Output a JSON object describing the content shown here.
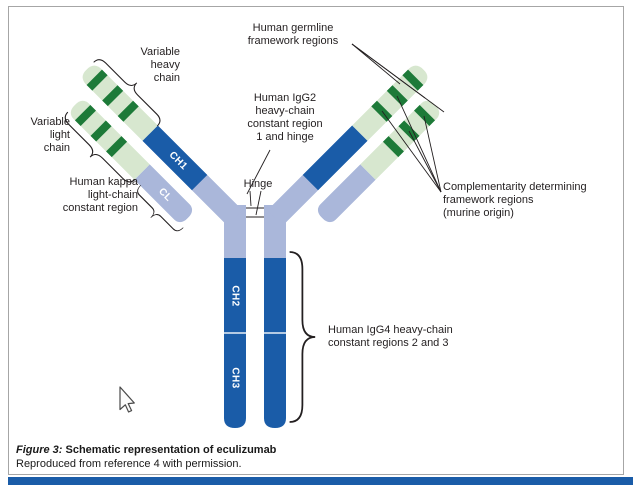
{
  "figure": {
    "labels": {
      "variable_heavy": "Variable\nheavy\nchain",
      "variable_light": "Variable\nlight\nchain",
      "kappa_constant": "Human kappa\nlight-chain\nconstant region",
      "germline_framework": "Human germline\nframework regions",
      "igg2_constant": "Human IgG2\nheavy-chain\nconstant region\n1 and hinge",
      "hinge": "Hinge",
      "cdr": "Complementarity determining\nframework regions\n(murine origin)",
      "igg4_constant": "Human IgG4 heavy-chain\nconstant regions 2 and 3"
    },
    "segments": {
      "ch1": "CH1",
      "cl": "CL",
      "ch2": "CH2",
      "ch3": "CH3"
    },
    "colors": {
      "constant_dark_blue": "#1a5ca8",
      "hinge_light_blue": "#aab7da",
      "framework_pale_green": "#d7e7cf",
      "cdr_dark_green": "#1d7a38",
      "outline": "#231f20",
      "border_gray": "#a6a6a6",
      "footer_bar_blue": "#1a5ca8"
    }
  },
  "caption": {
    "figure_label": "Figure 3:",
    "figure_title": " Schematic representation of eculizumab",
    "credit": "Reproduced from reference 4 with permission."
  }
}
